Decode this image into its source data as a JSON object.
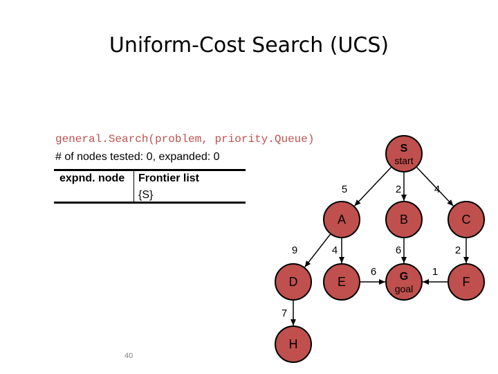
{
  "slide": {
    "title": "Uniform-Cost Search (UCS)",
    "call": {
      "fn": "general.Search(",
      "arg1": "problem",
      "sep": ", ",
      "arg2": "priority.Queue",
      "close": ")"
    },
    "counter": {
      "prefix": "# of nodes tested: ",
      "tested": "0",
      "mid": ", expanded: ",
      "expanded": "0"
    },
    "table": {
      "col1": "expnd. node",
      "col2": "Frontier list",
      "rows": [
        {
          "node": "",
          "frontier": "{S}"
        }
      ]
    },
    "page_number": "40"
  },
  "colors": {
    "node_fill": "#c0504d",
    "node_stroke": "#000000",
    "call_text": "#c0504d"
  },
  "graph": {
    "nodes": [
      {
        "id": "S",
        "label": "S",
        "sub": "start"
      },
      {
        "id": "A",
        "label": "A"
      },
      {
        "id": "B",
        "label": "B"
      },
      {
        "id": "C",
        "label": "C"
      },
      {
        "id": "D",
        "label": "D"
      },
      {
        "id": "E",
        "label": "E"
      },
      {
        "id": "G",
        "label": "G",
        "sub": "goal"
      },
      {
        "id": "F",
        "label": "F"
      },
      {
        "id": "H",
        "label": "H"
      }
    ],
    "edges": [
      {
        "from": "S",
        "to": "A",
        "cost": "5"
      },
      {
        "from": "S",
        "to": "B",
        "cost": "2"
      },
      {
        "from": "S",
        "to": "C",
        "cost": "4"
      },
      {
        "from": "A",
        "to": "D",
        "cost": "9"
      },
      {
        "from": "A",
        "to": "E",
        "cost": "4"
      },
      {
        "from": "B",
        "to": "G",
        "cost": "6"
      },
      {
        "from": "C",
        "to": "F",
        "cost": "2"
      },
      {
        "from": "E",
        "to": "G",
        "cost": "6"
      },
      {
        "from": "F",
        "to": "G",
        "cost": "1"
      },
      {
        "from": "D",
        "to": "H",
        "cost": "7"
      }
    ]
  }
}
